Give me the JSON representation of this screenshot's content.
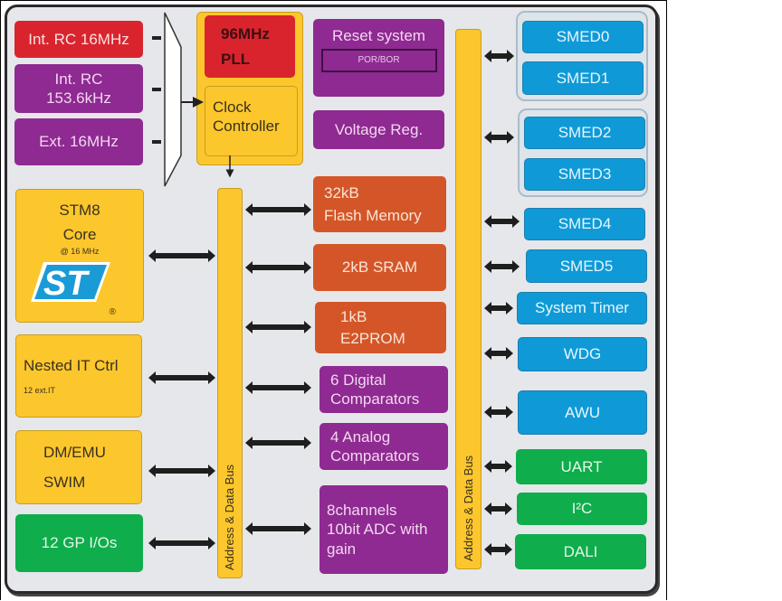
{
  "diagram": {
    "clock_sources": [
      {
        "label": "Int. RC 16MHz",
        "color": "#d9242e"
      },
      {
        "label": "Int. RC\n153.6kHz",
        "color": "#8e2a91"
      },
      {
        "label": "Ext. 16MHz",
        "color": "#8e2a91"
      }
    ],
    "pll": {
      "line1": "96MHz",
      "line2": "PLL"
    },
    "clock_controller": {
      "line1": "Clock",
      "line2": "Controller"
    },
    "reset_system": {
      "label": "Reset system",
      "sub": "POR/BOR"
    },
    "voltage_reg": {
      "label": "Voltage Reg."
    },
    "core": {
      "line1": "STM8",
      "line2": "Core",
      "freq": "@ 16 MHz",
      "logo": "ST",
      "registered": "®"
    },
    "nested_it": {
      "label": "Nested IT Ctrl",
      "sub": "12 ext.IT"
    },
    "debug": {
      "line1": "DM/EMU",
      "line2": "SWIM"
    },
    "gpio": {
      "label": "12 GP I/Os"
    },
    "memories": [
      {
        "line1": "32kB",
        "line2": "Flash Memory"
      },
      {
        "line1": "2kB SRAM",
        "line2": ""
      },
      {
        "line1": "1kB",
        "line2": "E2PROM"
      }
    ],
    "analog": [
      {
        "line1": "6 Digital",
        "line2": "Comparators"
      },
      {
        "line1": "4 Analog",
        "line2": "Comparators"
      },
      {
        "line1": "8channels",
        "line2": "10bit ADC with",
        "line3": "gain"
      }
    ],
    "buses": {
      "left_label": "Address & Data Bus",
      "right_label": "Address & Data Bus"
    },
    "peripherals": {
      "smed": [
        "SMED0",
        "SMED1",
        "SMED2",
        "SMED3",
        "SMED4",
        "SMED5"
      ],
      "system_timer": "System Timer",
      "wdg": "WDG",
      "awu": "AWU",
      "uart": "UART",
      "i2c": "I²C",
      "dali": "DALI"
    },
    "colors": {
      "clock_red": "#d9242e",
      "purple": "#8e2a91",
      "yellow": "#fcc72c",
      "orange": "#d45628",
      "blue": "#0f9ad7",
      "green": "#0fad4b",
      "background": "#e6e7ea"
    }
  }
}
